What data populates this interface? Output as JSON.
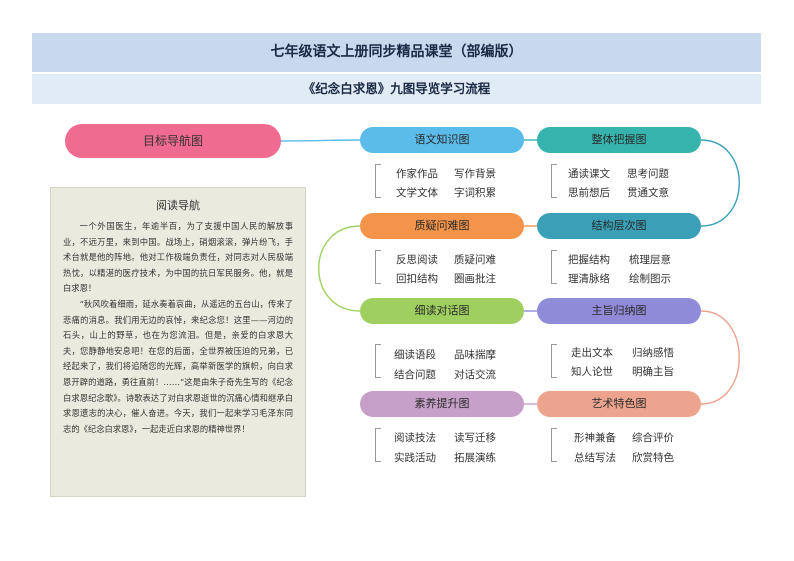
{
  "header": {
    "title": "七年级语文上册同步精品课堂（部编版）",
    "subtitle": "《纪念白求恩》九图导览学习流程"
  },
  "root": {
    "label": "目标导航图",
    "color": "#ef6b8f"
  },
  "nodes": [
    {
      "label": "语文知识图",
      "color": "#5bbbe9",
      "items": [
        "作家作品",
        "写作背景",
        "文学文体",
        "字词积累"
      ]
    },
    {
      "label": "整体把握图",
      "color": "#37b3ae",
      "items": [
        "通读课文",
        "思考问题",
        "思前想后",
        "贯通文意"
      ]
    },
    {
      "label": "质疑问难图",
      "color": "#f3944a",
      "items": [
        "反思阅读",
        "质疑问难",
        "回扣结构",
        "圈画批注"
      ]
    },
    {
      "label": "结构层次图",
      "color": "#3aa0b8",
      "items": [
        "把握结构",
        "梳理层意",
        "理清脉络",
        "绘制图示"
      ]
    },
    {
      "label": "细读对话图",
      "color": "#9fd05f",
      "items": [
        "细读语段",
        "品味揣摩",
        "结合问题",
        "对话交流"
      ]
    },
    {
      "label": "主旨归纳图",
      "color": "#8f8bd8",
      "items": [
        "走出文本",
        "归纳感悟",
        "知人论世",
        "明确主旨"
      ]
    },
    {
      "label": "素养提升图",
      "color": "#c7a0c9",
      "items": [
        "阅读技法",
        "读写迁移",
        "实践活动",
        "拓展演练"
      ]
    },
    {
      "label": "艺术特色图",
      "color": "#eda48e",
      "items": [
        "形神兼备",
        "综合评价",
        "总结写法",
        "欣赏特色"
      ]
    }
  ],
  "reading": {
    "title": "阅读导航",
    "paragraphs": [
      "一个外国医生，年逾半百，为了支援中国人民的解放事业，不远万里，来到中国。战场上，硝烟滚滚，弹片纷飞，手术台就是他的阵地。他对工作极端负责任，对同志对人民极端热忱，以精湛的医疗技术，为中国的抗日军民服务。他，就是白求恩！",
      "“秋风吹着细雨，延水奏着哀曲，从遥远的五台山，传来了悲痛的消息。我们用无边的哀悼，来纪念您！这里——河边的石头，山上的野草，也在为您流泪。但是，亲爱的白求恩大夫，您静静地安息吧！在您的后面，全世界被压迫的兄弟，已经起来了，我们将追随您的光辉，高举新医学的旗帜，向白求恩开辟的道路，勇往直前！……”这是由朱子奇先生写的《纪念白求恩纪念歌》。诗歌表达了对白求恩逝世的沉痛心情和继承白求恩遗志的决心，催人奋进。今天，我们一起来学习毛泽东同志的《纪念白求恩》，一起走近白求恩的精神世界！"
    ]
  }
}
